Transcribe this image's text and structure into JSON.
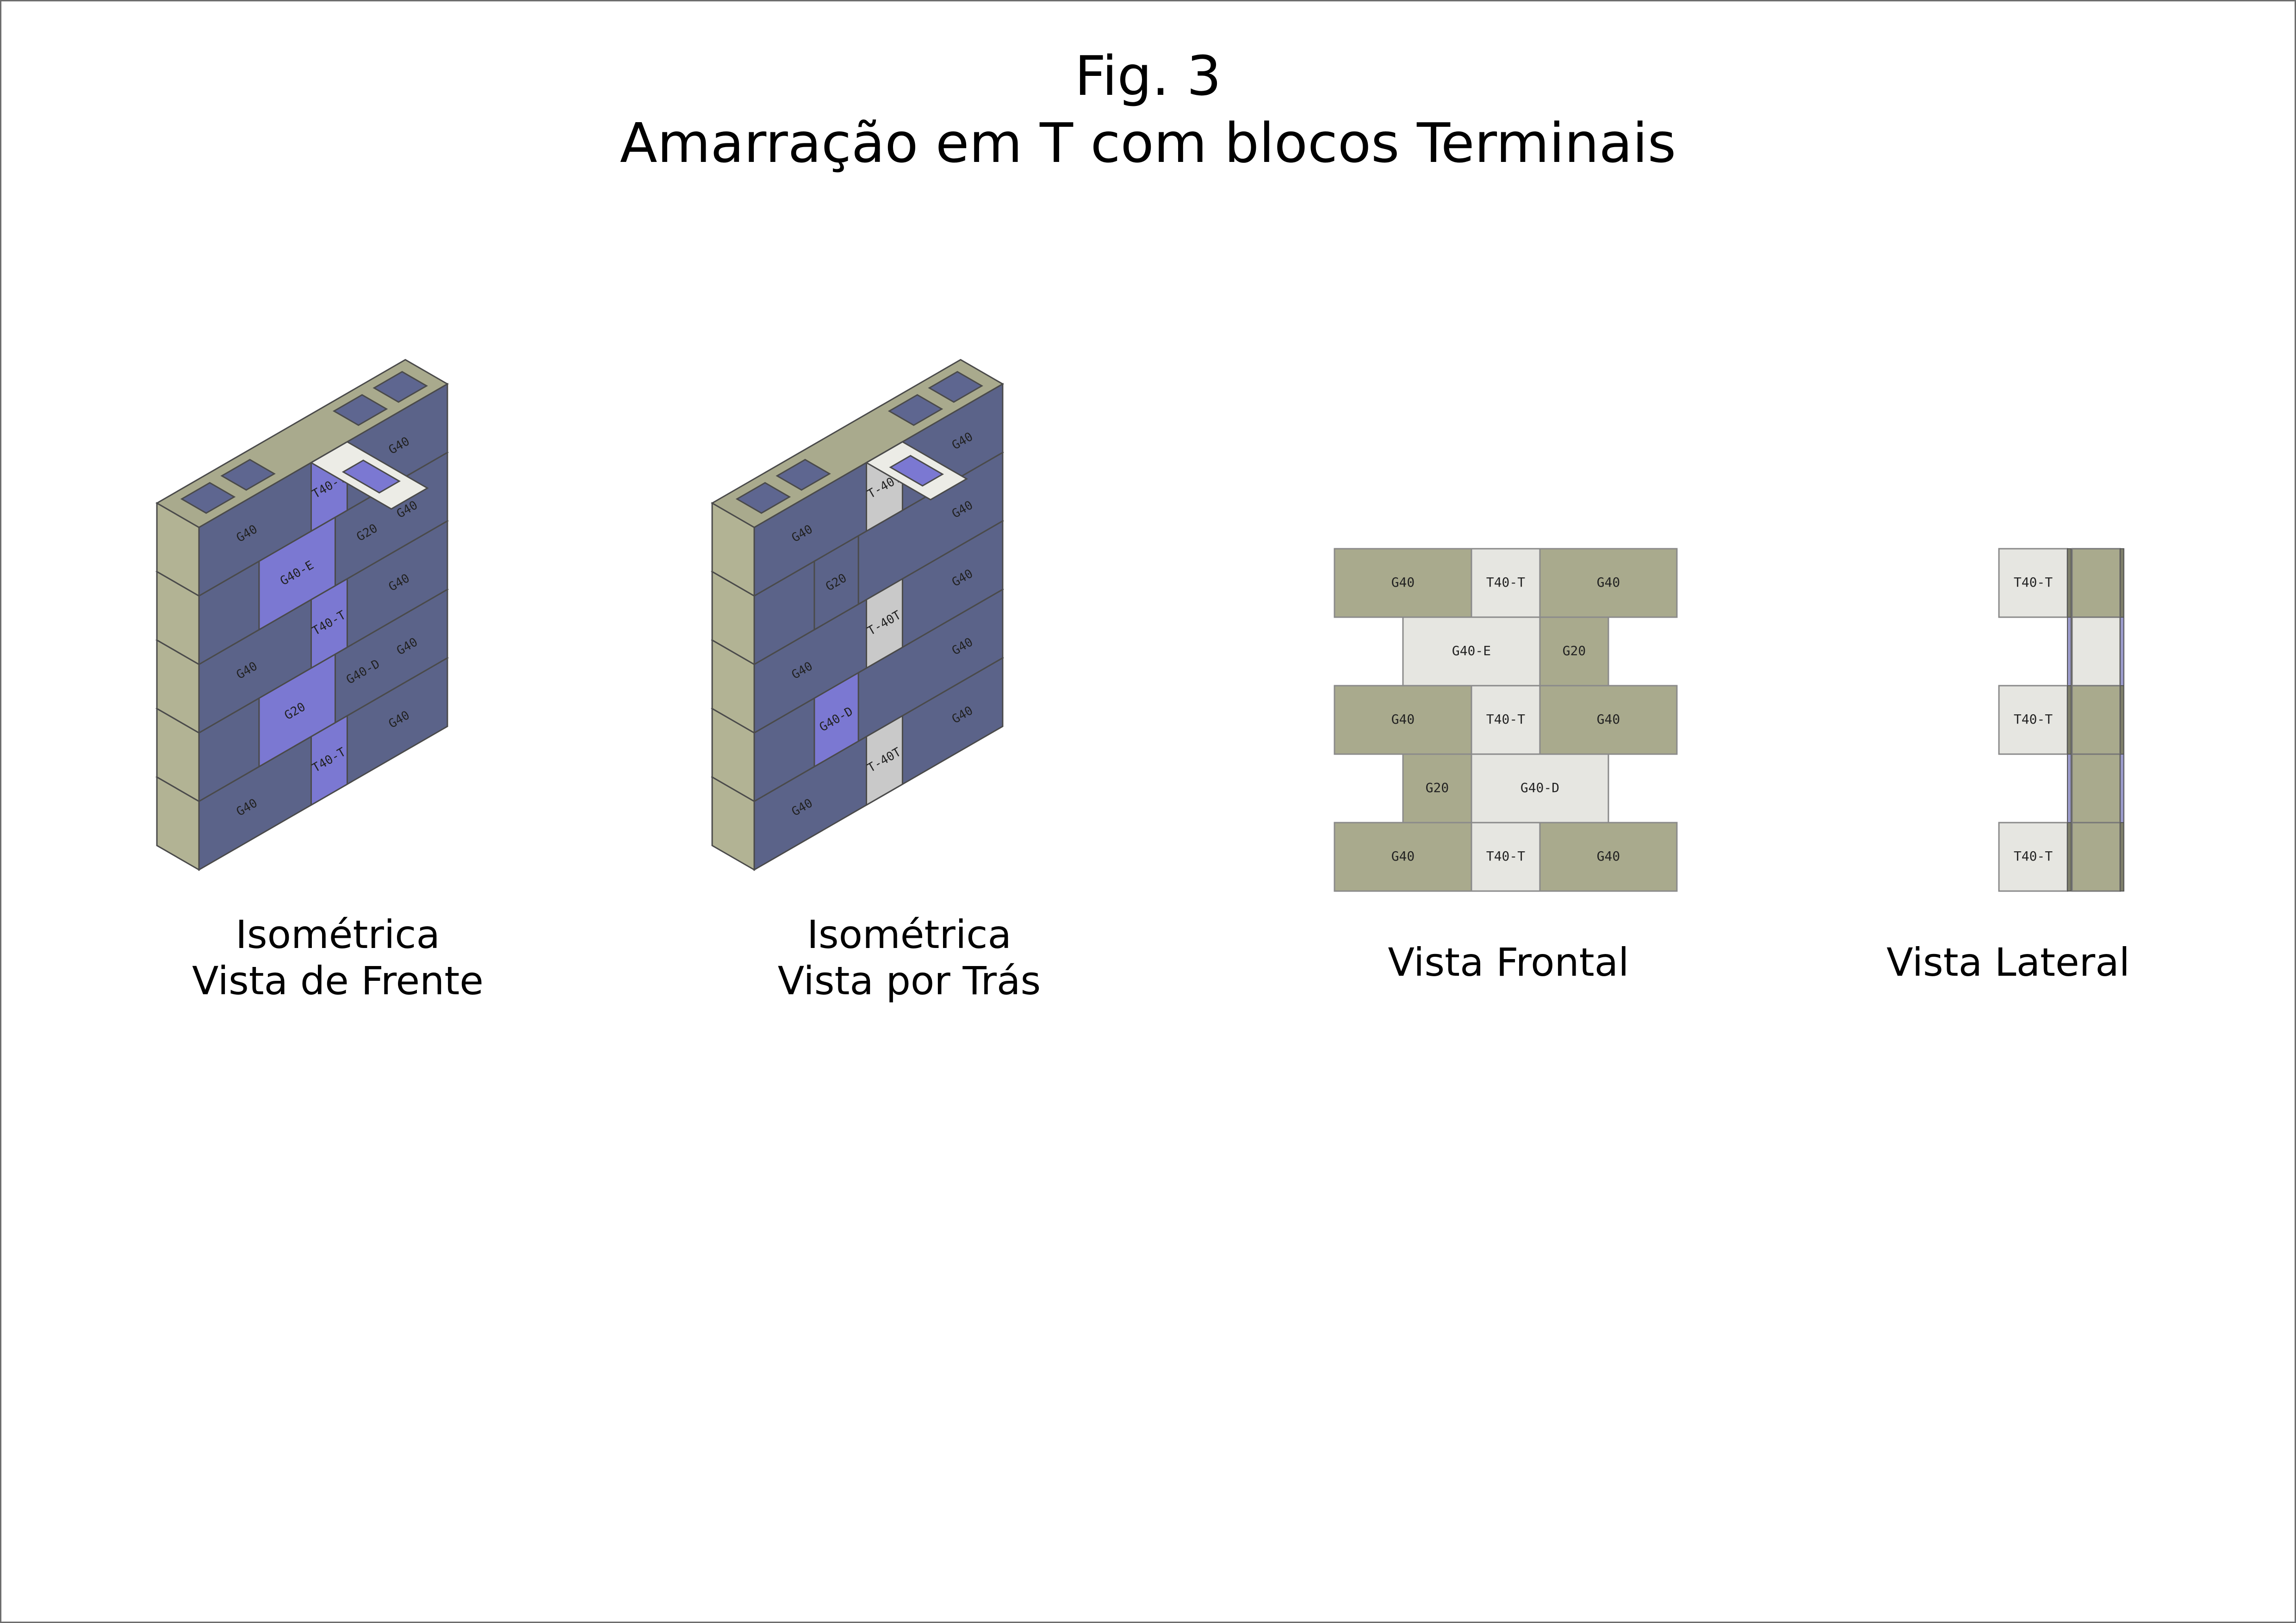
{
  "title": {
    "line1": "Fig. 3",
    "line2": "Amarração em T com blocos Terminais"
  },
  "captions": {
    "iso_front": [
      "Isométrica",
      "Vista de Frente"
    ],
    "iso_back": [
      "Isométrica",
      "Vista por Trás"
    ],
    "frontal": "Vista Frontal",
    "lateral": "Vista Lateral"
  },
  "colors": {
    "olive": "#a9aa8d",
    "slate": "#5b6389",
    "violet": "#7b78d2",
    "light": "#e6e6e1",
    "grey": "#c9c9c9",
    "outline": "#4a4a4a"
  },
  "blocks": {
    "g40": "G40",
    "g20": "G20",
    "t40t": "T40-T",
    "t40t_alt": "T-40T",
    "g40e": "G40-E",
    "g40d": "G40-D"
  },
  "frontal_courses": [
    [
      "G40",
      "T40-T",
      "G40"
    ],
    [
      "G40-E",
      "G20"
    ],
    [
      "G40",
      "T40-T",
      "G40"
    ],
    [
      "G20",
      "G40-D"
    ],
    [
      "G40",
      "T40-T",
      "G40"
    ]
  ],
  "lateral_labels": [
    "T40-T",
    "T40-T",
    "T40-T"
  ]
}
